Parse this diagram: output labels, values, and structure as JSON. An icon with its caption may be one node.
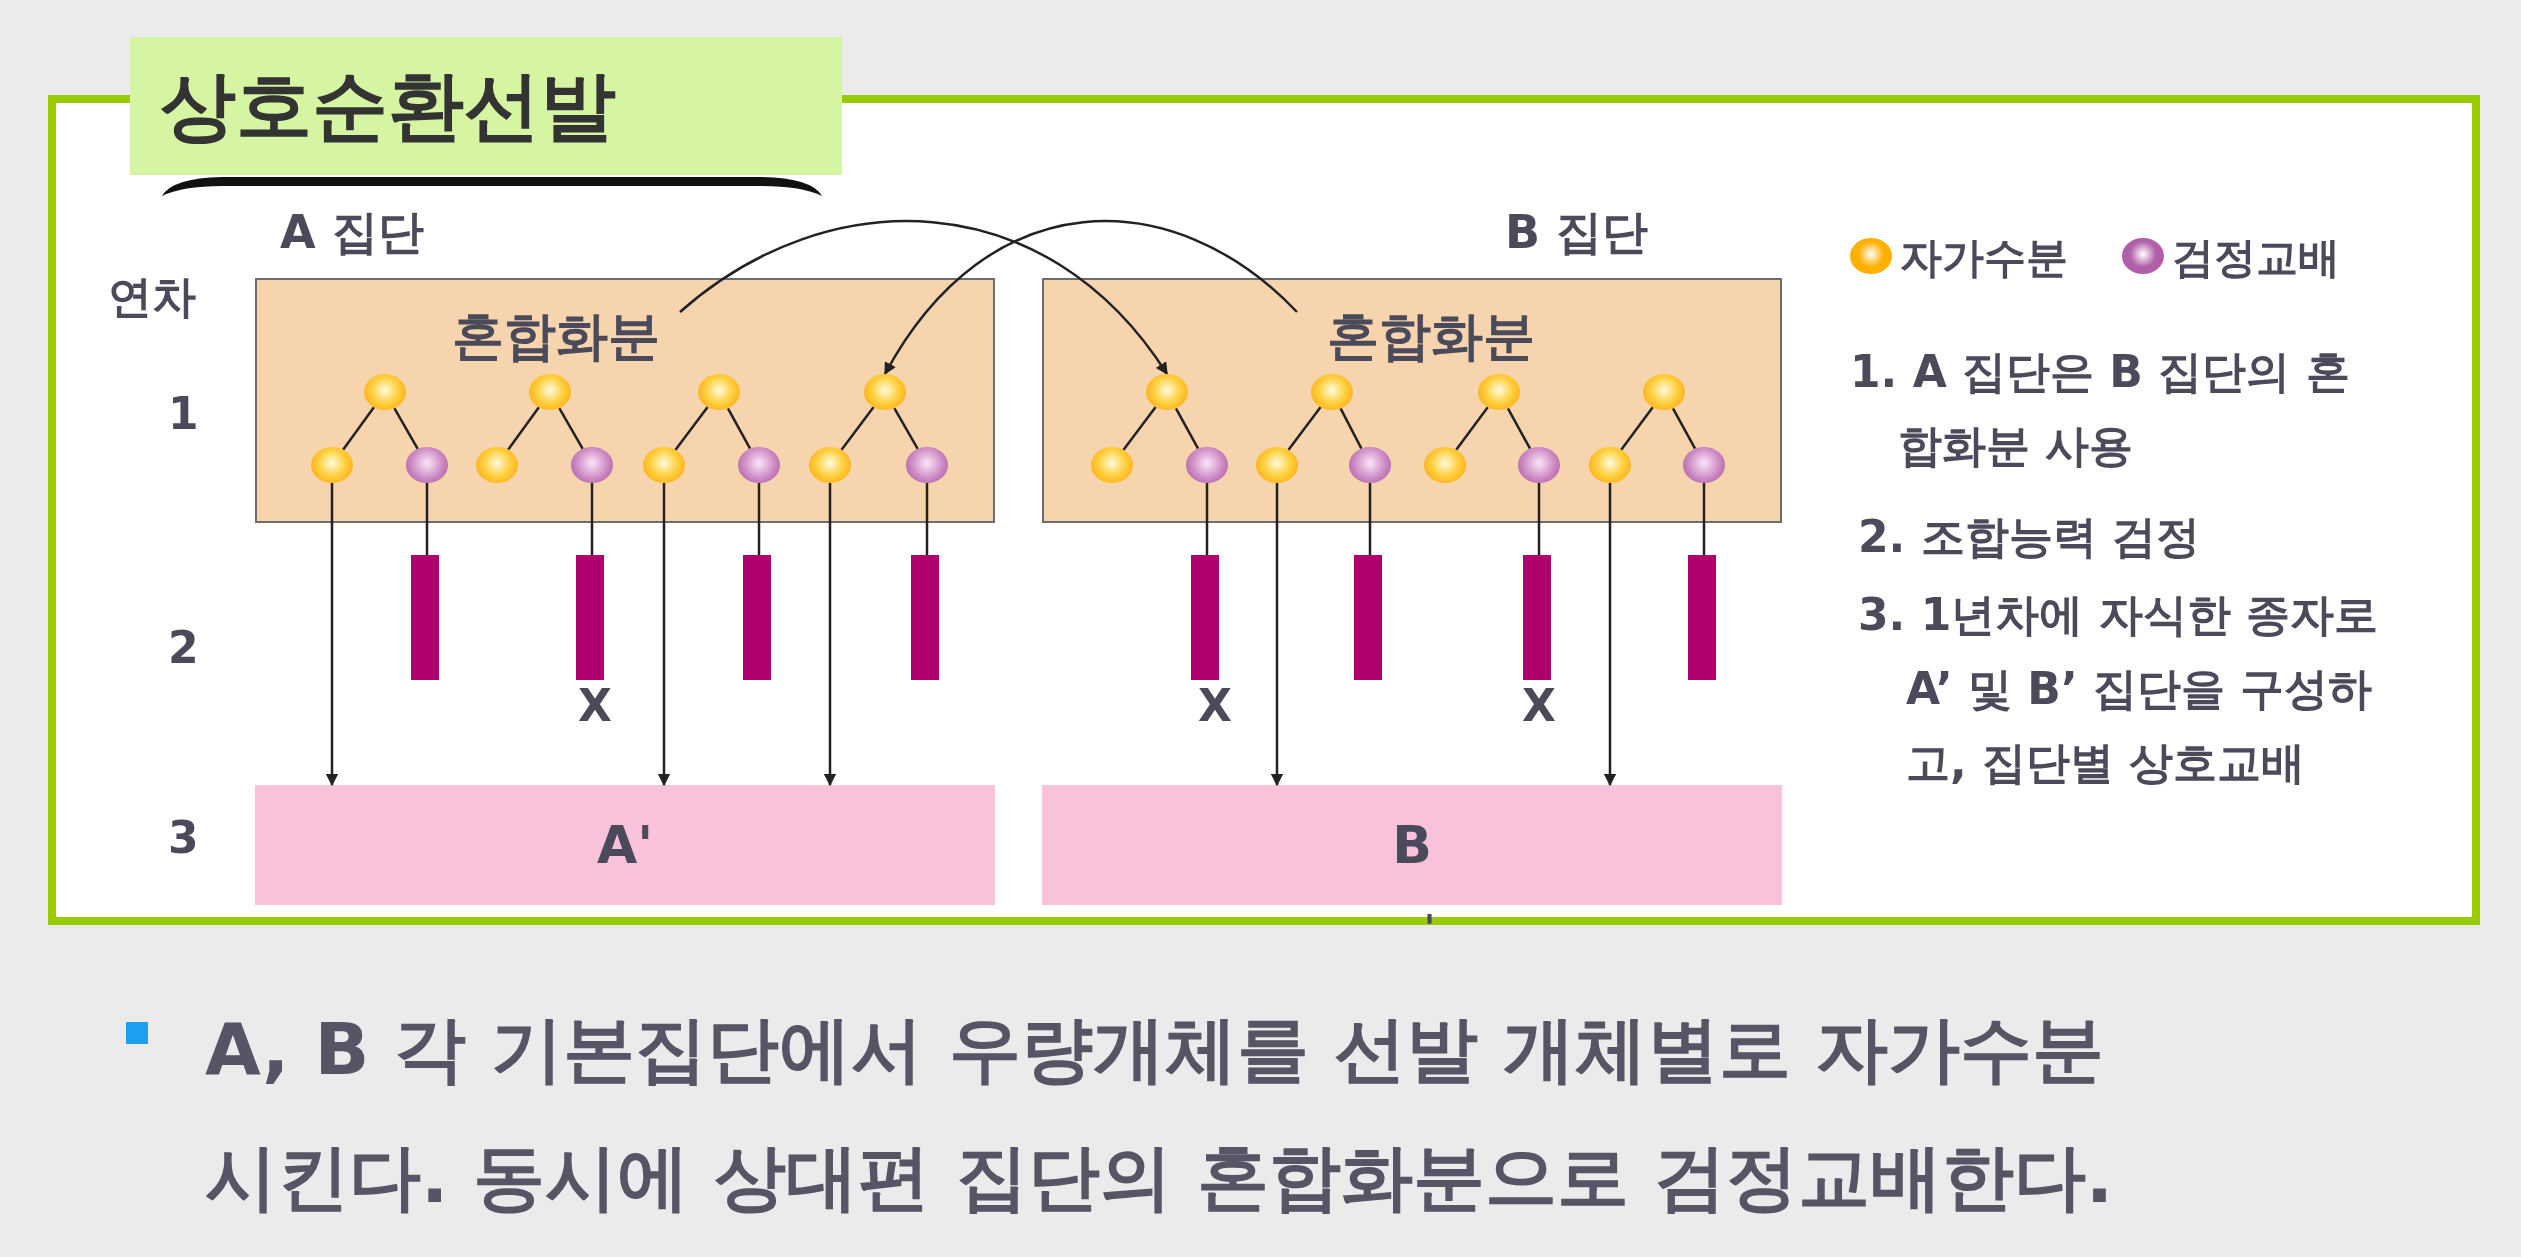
{
  "diagram": {
    "title": "상호순환선발",
    "caption": "A, B 각 기본집단에서 우량개체를 선발 개체별로 자가수분 시킨다. 동시에 상대편 집단의 혼합화분으로 검정교배한다.",
    "nodes": [
      {
        "text": [
          "혼합화분"
        ],
        "beside": [
          "A 집단"
        ]
      },
      {
        "text": [],
        "shape": "circle",
        "in": 0
      },
      {
        "text": [],
        "shape": "circle",
        "in": 0
      },
      {
        "text": [],
        "shape": "circle",
        "in": 0
      },
      {
        "text": [],
        "shape": "circle",
        "in": 0
      },
      {
        "text": [],
        "shape": "circle",
        "in": 0
      },
      {
        "text": [],
        "shape": "circle",
        "in": 0
      },
      {
        "text": [],
        "shape": "circle",
        "in": 0
      },
      {
        "text": [],
        "shape": "circle",
        "in": 0
      },
      {
        "text": [],
        "shape": "circle",
        "in": 0
      },
      {
        "text": [],
        "shape": "circle",
        "in": 0
      },
      {
        "text": [],
        "shape": "circle",
        "in": 0
      },
      {
        "text": [],
        "shape": "circle",
        "in": 0
      },
      {
        "text": [
          "혼합화분"
        ],
        "beside": [
          "B 집단"
        ]
      },
      {
        "text": [],
        "shape": "circle",
        "in": 13
      },
      {
        "text": [],
        "shape": "circle",
        "in": 13
      },
      {
        "text": [],
        "shape": "circle",
        "in": 13
      },
      {
        "text": [],
        "shape": "circle",
        "in": 13
      },
      {
        "text": [],
        "shape": "circle",
        "in": 13
      },
      {
        "text": [],
        "shape": "circle",
        "in": 13
      },
      {
        "text": [],
        "shape": "circle",
        "in": 13
      },
      {
        "text": [],
        "shape": "circle",
        "in": 13
      },
      {
        "text": [],
        "shape": "circle",
        "in": 13
      },
      {
        "text": [],
        "shape": "circle",
        "in": 13
      },
      {
        "text": [],
        "shape": "circle",
        "in": 13
      },
      {
        "text": [],
        "shape": "circle",
        "in": 13
      },
      {
        "text": [],
        "shape": "bar"
      },
      {
        "text": [],
        "shape": "bar"
      },
      {
        "text": [],
        "shape": "bar"
      },
      {
        "text": [],
        "shape": "bar"
      },
      {
        "text": [],
        "shape": "bar"
      },
      {
        "text": [],
        "shape": "bar"
      },
      {
        "text": [],
        "shape": "bar"
      },
      {
        "text": [],
        "shape": "bar"
      },
      {
        "text": [
          "A'"
        ]
      },
      {
        "text": [
          "B"
        ],
        "beside": [
          "'"
        ]
      }
    ],
    "edges": [
      {
        "from": 1,
        "to": 5,
        "arrow": "none"
      },
      {
        "from": 1,
        "to": 6,
        "arrow": "none"
      },
      {
        "from": 2,
        "to": 7,
        "arrow": "none"
      },
      {
        "from": 2,
        "to": 8,
        "arrow": "none"
      },
      {
        "from": 3,
        "to": 9,
        "arrow": "none"
      },
      {
        "from": 3,
        "to": 10,
        "arrow": "none"
      },
      {
        "from": 4,
        "to": 11,
        "arrow": "none"
      },
      {
        "from": 4,
        "to": 12,
        "arrow": "none"
      },
      {
        "from": 14,
        "to": 18,
        "arrow": "none"
      },
      {
        "from": 14,
        "to": 19,
        "arrow": "none"
      },
      {
        "from": 15,
        "to": 20,
        "arrow": "none"
      },
      {
        "from": 15,
        "to": 21,
        "arrow": "none"
      },
      {
        "from": 16,
        "to": 22,
        "arrow": "none"
      },
      {
        "from": 16,
        "to": 23,
        "arrow": "none"
      },
      {
        "from": 17,
        "to": 24,
        "arrow": "none"
      },
      {
        "from": 17,
        "to": 25,
        "arrow": "none"
      },
      {
        "from": 6,
        "to": 26,
        "arrow": "none"
      },
      {
        "from": 8,
        "to": 27,
        "arrow": "none"
      },
      {
        "from": 10,
        "to": 28,
        "arrow": "none"
      },
      {
        "from": 12,
        "to": 29,
        "arrow": "none"
      },
      {
        "from": 19,
        "to": 30,
        "arrow": "none"
      },
      {
        "from": 21,
        "to": 31,
        "arrow": "none"
      },
      {
        "from": 23,
        "to": 32,
        "arrow": "none"
      },
      {
        "from": 25,
        "to": 33,
        "arrow": "none"
      },
      {
        "from": 5,
        "to": 34,
        "arrow": "to"
      },
      {
        "from": 9,
        "to": 34,
        "arrow": "to"
      },
      {
        "from": 11,
        "to": 34,
        "arrow": "to"
      },
      {
        "from": 20,
        "to": 35,
        "arrow": "to"
      },
      {
        "from": 24,
        "to": 35,
        "arrow": "to"
      },
      {
        "from": 0,
        "to": 14,
        "arrow": "to"
      },
      {
        "from": 13,
        "to": 4,
        "arrow": "to"
      }
    ],
    "labels": [
      "연차",
      "1",
      "2",
      "X",
      "X",
      "X",
      "3",
      "1. A 집단은 B 집단의 혼합화분 사용",
      "2. 조합능력 검정",
      "3. 1년차에 자식한 종자로 A’ 및 B’ 집단을 구성하고, 집단별 상호교배"
    ],
    "legend": [
      {
        "text": "자가수분",
        "color": "#ffb000"
      },
      {
        "text": "검정교배",
        "color": "#b060a8"
      }
    ]
  }
}
